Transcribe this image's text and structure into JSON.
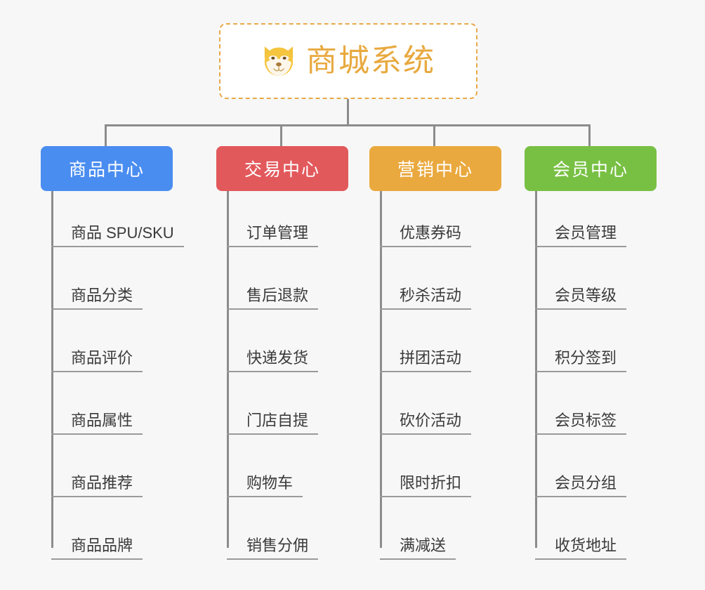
{
  "page": {
    "background_color": "#f7f7f7",
    "type": "mind-map",
    "connector_color": "#8c8c8c"
  },
  "root": {
    "title": "商城系统",
    "icon": "shiba-dog-face-icon",
    "text_color": "#e8a93f",
    "border_color": "#e8a94a",
    "background_color": "#ffffff"
  },
  "branches": [
    {
      "label": "商品中心",
      "color": "#4a8df0",
      "head_width": 188,
      "items": [
        "商品 SPU/SKU",
        "商品分类",
        "商品评价",
        "商品属性",
        "商品推荐",
        "商品品牌"
      ]
    },
    {
      "label": "交易中心",
      "color": "#e2595c",
      "head_width": 188,
      "items": [
        "订单管理",
        "售后退款",
        "快递发货",
        "门店自提",
        "购物车",
        "销售分佣"
      ]
    },
    {
      "label": "营销中心",
      "color": "#eaa93e",
      "head_width": 188,
      "items": [
        "优惠券码",
        "秒杀活动",
        "拼团活动",
        "砍价活动",
        "限时折扣",
        "满减送"
      ]
    },
    {
      "label": "会员中心",
      "color": "#78c043",
      "head_width": 188,
      "items": [
        "会员管理",
        "会员等级",
        "积分签到",
        "会员标签",
        "会员分组",
        "收货地址"
      ]
    }
  ]
}
